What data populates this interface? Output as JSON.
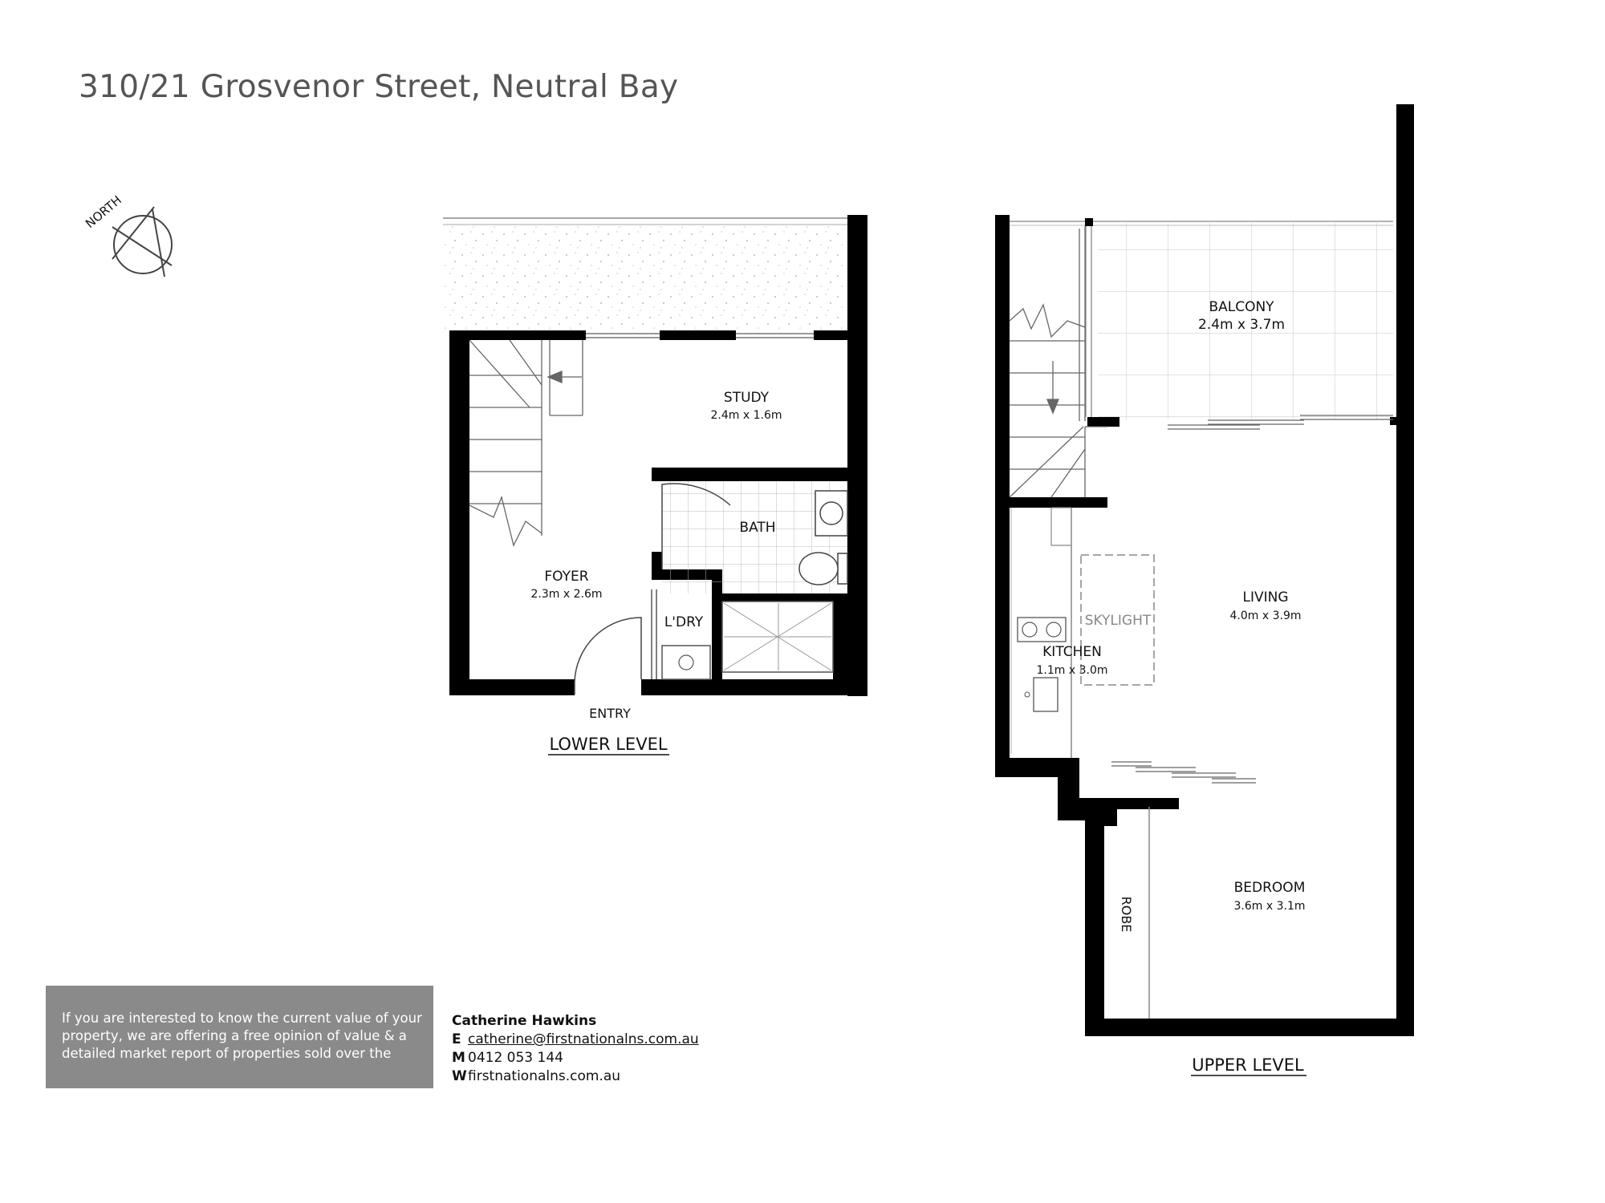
{
  "title": "310/21 Grosvenor Street, Neutral Bay",
  "compass": {
    "label": "NORTH",
    "icon": "north-arrow-icon"
  },
  "lower_level": {
    "caption": "LOWER LEVEL",
    "rooms": {
      "study": {
        "name": "STUDY",
        "size": "2.4m x 1.6m"
      },
      "bath": {
        "name": "BATH"
      },
      "foyer": {
        "name": "FOYER",
        "size": "2.3m x 2.6m"
      },
      "laundry": {
        "name": "L'DRY"
      },
      "entry": {
        "name": "ENTRY"
      }
    }
  },
  "upper_level": {
    "caption": "UPPER LEVEL",
    "rooms": {
      "balcony": {
        "name": "BALCONY",
        "size": "2.4m x 3.7m"
      },
      "skylight": {
        "name": "SKYLIGHT"
      },
      "living": {
        "name": "LIVING",
        "size": "4.0m x 3.9m"
      },
      "kitchen": {
        "name": "KITCHEN",
        "size": "1.1m x 3.0m"
      },
      "robe": {
        "name": "ROBE"
      },
      "bedroom": {
        "name": "BEDROOM",
        "size": "3.6m x 3.1m"
      }
    }
  },
  "info_box": {
    "lines": [
      "If you are interested to know the current value of your",
      "property, we are offering a free opinion of value & a",
      "detailed market report of properties sold over the"
    ]
  },
  "agent": {
    "name": "Catherine Hawkins",
    "email_key": "E",
    "email": "catherine@firstnationalns.com.au",
    "mobile_key": "M",
    "mobile": "0412 053 144",
    "web_key": "W",
    "web": "firstnationalns.com.au"
  },
  "colors": {
    "wall": "#000000",
    "title": "#555555",
    "info_bg": "#8a8a8a",
    "line": "#888888"
  }
}
